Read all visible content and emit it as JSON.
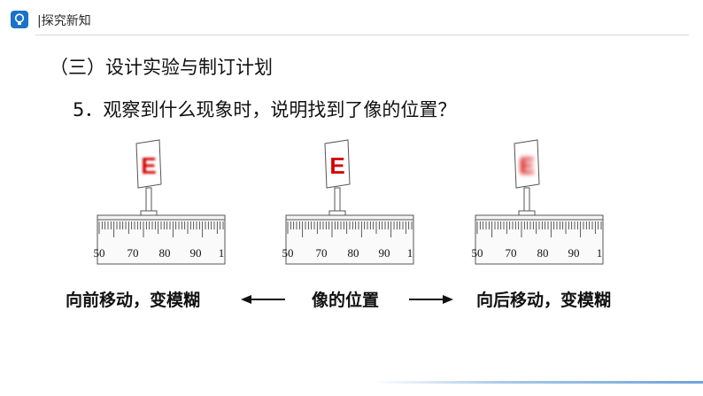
{
  "header": {
    "title": "|探究新知"
  },
  "section_title": "（三）设计实验与制订计划",
  "question": "5．观察到什么现象时，说明找到了像的位置？",
  "scale_labels": [
    "50",
    "70",
    "80",
    "90",
    "1"
  ],
  "screen_glyph": "E",
  "figures": [
    {
      "id": "left",
      "image_blur": 1.2
    },
    {
      "id": "middle",
      "image_blur": 0
    },
    {
      "id": "right",
      "image_blur": 2.6
    }
  ],
  "captions": {
    "left": "向前移动，变模糊",
    "middle": "像的位置",
    "right": "向后移动，变模糊"
  },
  "colors": {
    "accent": "#1a73c8",
    "image_red": "#d40000",
    "footer": "#6fa3d8"
  }
}
